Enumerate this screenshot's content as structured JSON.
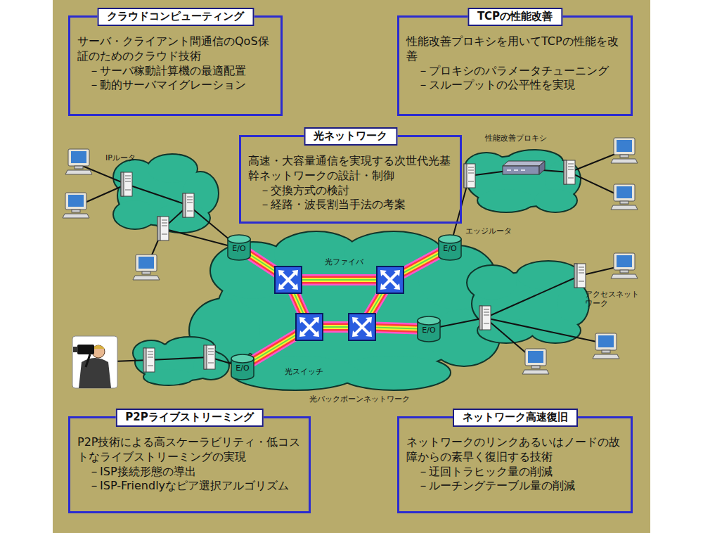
{
  "diagram": {
    "nodes": [
      {
        "text": [
          "クラウドコンピューティング",
          "サーバ・クライアント間通信のQoS保証のためのクラウド技術",
          "－サーバ稼動計算機の最適配置",
          "－動的サーバマイグレーション"
        ]
      },
      {
        "text": [
          "TCPの性能改善",
          "性能改善プロキシを用いてTCPの性能を改善",
          "－プロキシのパラメータチューニング",
          "－スループットの公平性を実現"
        ]
      },
      {
        "text": [
          "光ネットワーク",
          "高速・大容量通信を実現する次世代光基幹ネットワークの設計・制御",
          "－交換方式の検討",
          "－経路・波長割当手法の考案"
        ]
      },
      {
        "text": [
          "E/O"
        ]
      },
      {
        "text": [
          "E/O"
        ]
      },
      {
        "text": [
          "E/O"
        ]
      },
      {
        "text": [
          "E/O"
        ]
      },
      {
        "text": [
          "P2Pライブストリーミング",
          "P2P技術による高スケーラビリティ・低コストなライブストリーミングの実現",
          "－ISP接続形態の導出",
          "－ISP-Friendlyなピア選択アルゴリズム"
        ]
      },
      {
        "text": [
          "ネットワーク高速復旧",
          "ネットワークのリンクあるいはノードの故障からの素早く復旧する技術",
          "－迂回トラヒック量の削減",
          "－ルーチングテーブル量の削減"
        ]
      }
    ],
    "labels": [
      "IPルータ",
      "性能改善プロキシ",
      "エッジルータ",
      "光ファイバ",
      "アクセスネットワーク",
      "光スイッチ",
      "光バックボーンネットワーク"
    ]
  }
}
